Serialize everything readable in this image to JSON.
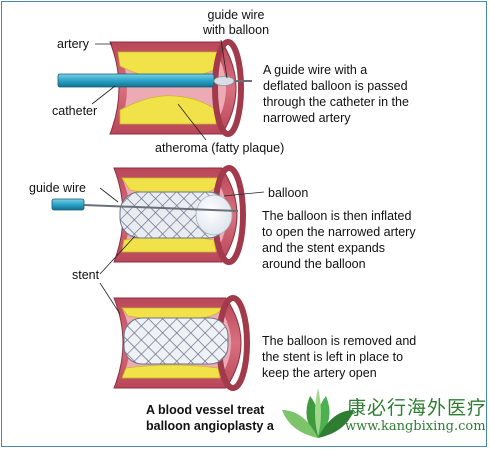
{
  "labels": {
    "guide_wire_with_balloon": "guide wire\nwith balloon",
    "artery": "artery",
    "catheter": "catheter",
    "atheroma": "atheroma (fatty plaque)",
    "guide_wire": "guide wire",
    "balloon": "balloon",
    "stent": "stent"
  },
  "steps": [
    {
      "text": "A guide wire with a\ndeflated balloon is passed\nthrough the catheter in the\nnarrowed artery"
    },
    {
      "text": "The balloon is then inflated\nto open the narrowed artery\nand the stent expands\naround the balloon"
    },
    {
      "text": "The balloon is removed and\nthe stent is left in place to\nkeep the artery open"
    }
  ],
  "caption": "A blood vessel treat\nballoon angioplasty a",
  "watermark": {
    "name": "康必行海外医疗",
    "url": "www.kangbixing.com",
    "color": "#2e7d32"
  },
  "colors": {
    "artery_wall": "#c9566b",
    "artery_inner": "#e99aa8",
    "plaque": "#f2e24a",
    "catheter": "#2aa4c9",
    "stent": "#7a8294",
    "frame": "#4a86b6"
  }
}
